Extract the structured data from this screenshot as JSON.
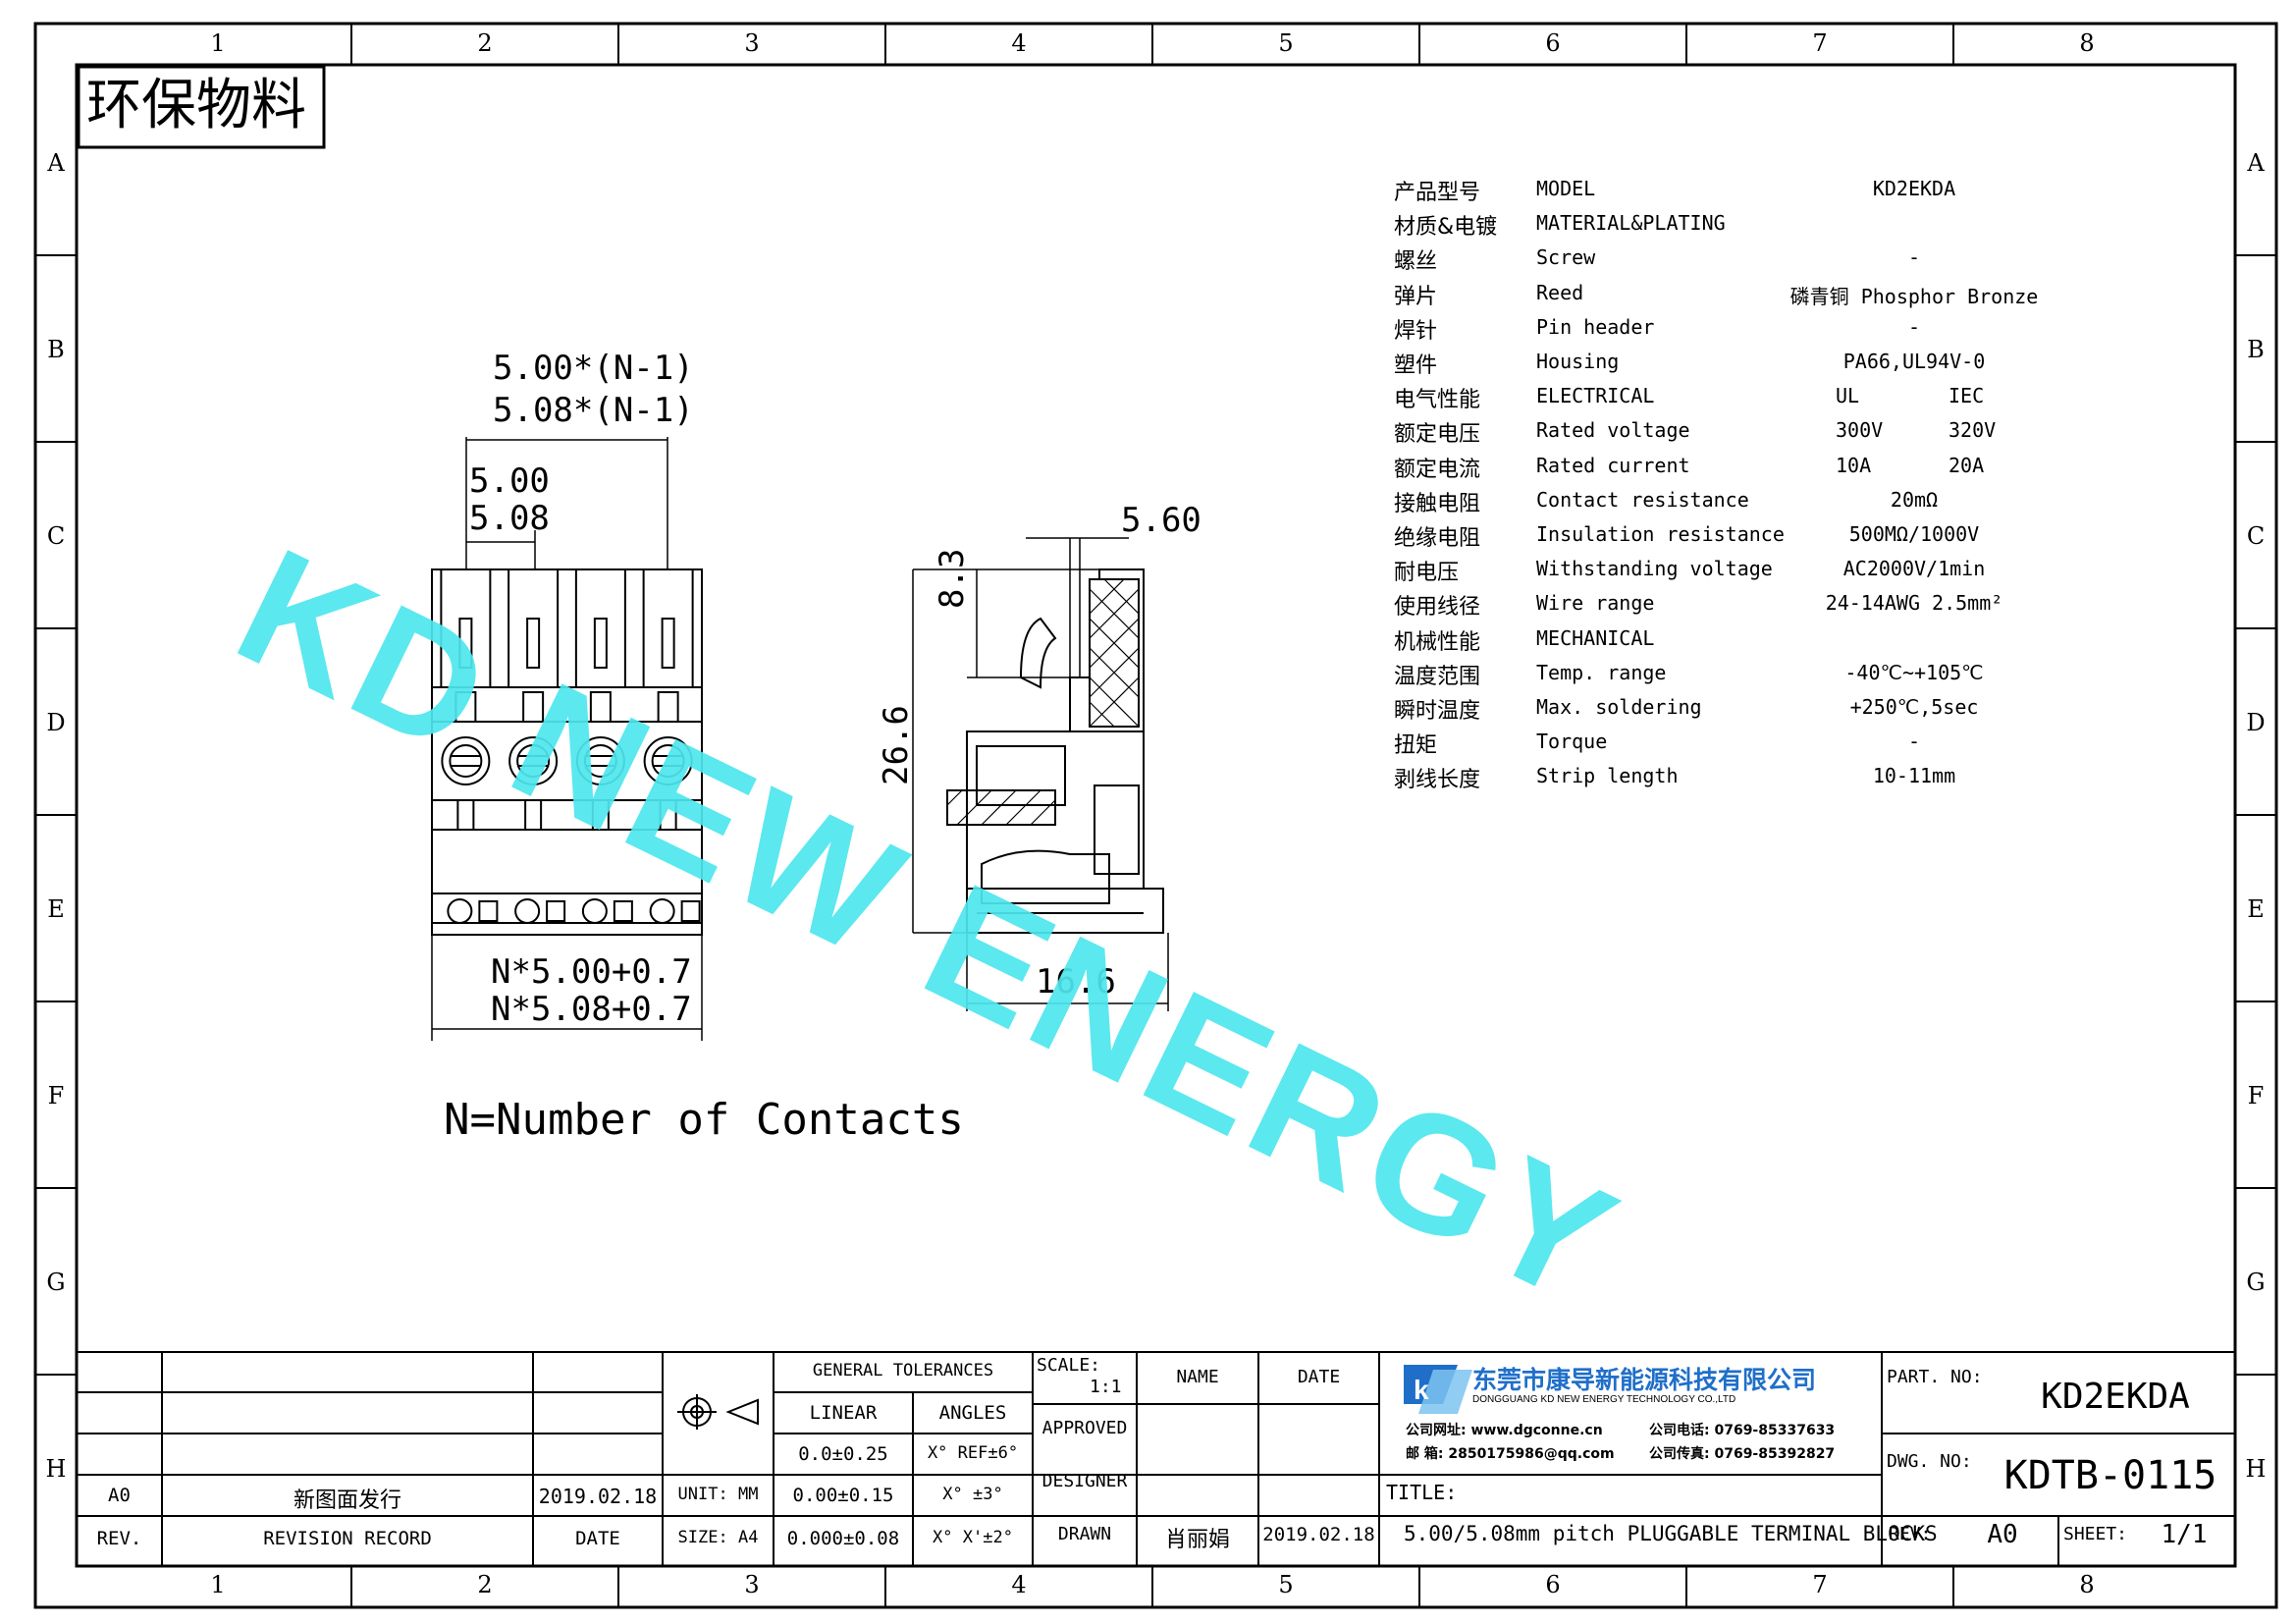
{
  "eco_label": "环保物料",
  "zones": {
    "columns": [
      "1",
      "2",
      "3",
      "4",
      "5",
      "6",
      "7",
      "8"
    ],
    "rows": [
      "A",
      "B",
      "C",
      "D",
      "E",
      "F",
      "G",
      "H"
    ]
  },
  "dimensions": {
    "pitch_total_500": "5.00*(N-1)",
    "pitch_total_508": "5.08*(N-1)",
    "pitch_500": "5.00",
    "pitch_508": "5.08",
    "length_500": "N*5.00+0.7",
    "length_508": "N*5.08+0.7",
    "top_width": "5.60",
    "screw_height": "8.3",
    "height": "26.6",
    "depth": "16.6"
  },
  "note": "N=Number of Contacts",
  "watermark": "KD NEW ENERGY",
  "watermark_color": "#4ee7ee",
  "specs": [
    {
      "cn": "产品型号",
      "en": "MODEL",
      "val1": "KD2EKDA",
      "val2": ""
    },
    {
      "cn": "材质&电镀",
      "en": "MATERIAL&PLATING",
      "val1": "",
      "val2": ""
    },
    {
      "cn": "螺丝",
      "en": "Screw",
      "val1": "-",
      "val2": ""
    },
    {
      "cn": "弹片",
      "en": "Reed",
      "val1": "磷青铜 Phosphor Bronze",
      "val2": ""
    },
    {
      "cn": "焊针",
      "en": "Pin header",
      "val1": "-",
      "val2": ""
    },
    {
      "cn": "塑件",
      "en": "Housing",
      "val1": "PA66,UL94V-0",
      "val2": ""
    },
    {
      "cn": "电气性能",
      "en": "ELECTRICAL",
      "val1": "UL",
      "val2": "IEC"
    },
    {
      "cn": "额定电压",
      "en": "Rated voltage",
      "val1": "300V",
      "val2": "320V"
    },
    {
      "cn": "额定电流",
      "en": "Rated current",
      "val1": "10A",
      "val2": "20A"
    },
    {
      "cn": "接触电阻",
      "en": "Contact resistance",
      "val1": "20mΩ",
      "val2": ""
    },
    {
      "cn": "绝缘电阻",
      "en": "Insulation resistance",
      "val1": "500MΩ/1000V",
      "val2": ""
    },
    {
      "cn": "耐电压",
      "en": "Withstanding voltage",
      "val1": "AC2000V/1min",
      "val2": ""
    },
    {
      "cn": "使用线径",
      "en": "Wire range",
      "val1": "24-14AWG 2.5mm²",
      "val2": ""
    },
    {
      "cn": "机械性能",
      "en": "MECHANICAL",
      "val1": "",
      "val2": ""
    },
    {
      "cn": "温度范围",
      "en": "Temp. range",
      "val1": "-40℃~+105℃",
      "val2": ""
    },
    {
      "cn": "瞬时温度",
      "en": "Max. soldering",
      "val1": "+250℃,5sec",
      "val2": ""
    },
    {
      "cn": "扭矩",
      "en": "Torque",
      "val1": "-",
      "val2": ""
    },
    {
      "cn": "剥线长度",
      "en": "Strip length",
      "val1": "10-11mm",
      "val2": ""
    }
  ],
  "title_block": {
    "rev_code": "A0",
    "rev_desc": "新图面发行",
    "rev_date": "2019.02.18",
    "rev_label": "REV.",
    "revision_record_label": "REVISION RECORD",
    "date_label": "DATE",
    "unit": "UNIT: MM",
    "size": "SIZE: A4",
    "general_tolerances": "GENERAL TOLERANCES",
    "linear": "LINEAR",
    "angles": "ANGLES",
    "tol_rows": [
      {
        "linear": "0.0±0.25",
        "angle": "X° REF±6°"
      },
      {
        "linear": "0.00±0.15",
        "angle": "X° ±3°"
      },
      {
        "linear": "0.000±0.08",
        "angle": "X° X'±2°"
      }
    ],
    "scale_label": "SCALE:",
    "scale_value": "1:1",
    "name_label": "NAME",
    "date_col_label": "DATE",
    "approved": "APPROVED",
    "designer": "DESIGNER",
    "drawn": "DRAWN",
    "drawn_name": "肖丽娟",
    "drawn_date": "2019.02.18",
    "company_cn": "东莞市康导新能源科技有限公司",
    "company_en": "DONGGUANG KD NEW ENERGY TECHNOLOGY CO.,LTD",
    "website": "公司网址: www.dgconne.cn",
    "phone": "公司电话: 0769-85337633",
    "email": "邮    箱: 2850175986@qq.com",
    "fax": "公司传真: 0769-85392827",
    "title_label": "TITLE:",
    "title": "5.00/5.08mm pitch PLUGGABLE TERMINAL BLOCKS",
    "part_no_label": "PART. NO:",
    "part_no": "KD2EKDA",
    "dwg_no_label": "DWG. NO:",
    "dwg_no": "KDTB-0115",
    "rev_field_label": "REV:",
    "rev_field": "A0",
    "sheet_label": "SHEET:",
    "sheet": "1/1",
    "logo_color": "#1f6fc9"
  }
}
